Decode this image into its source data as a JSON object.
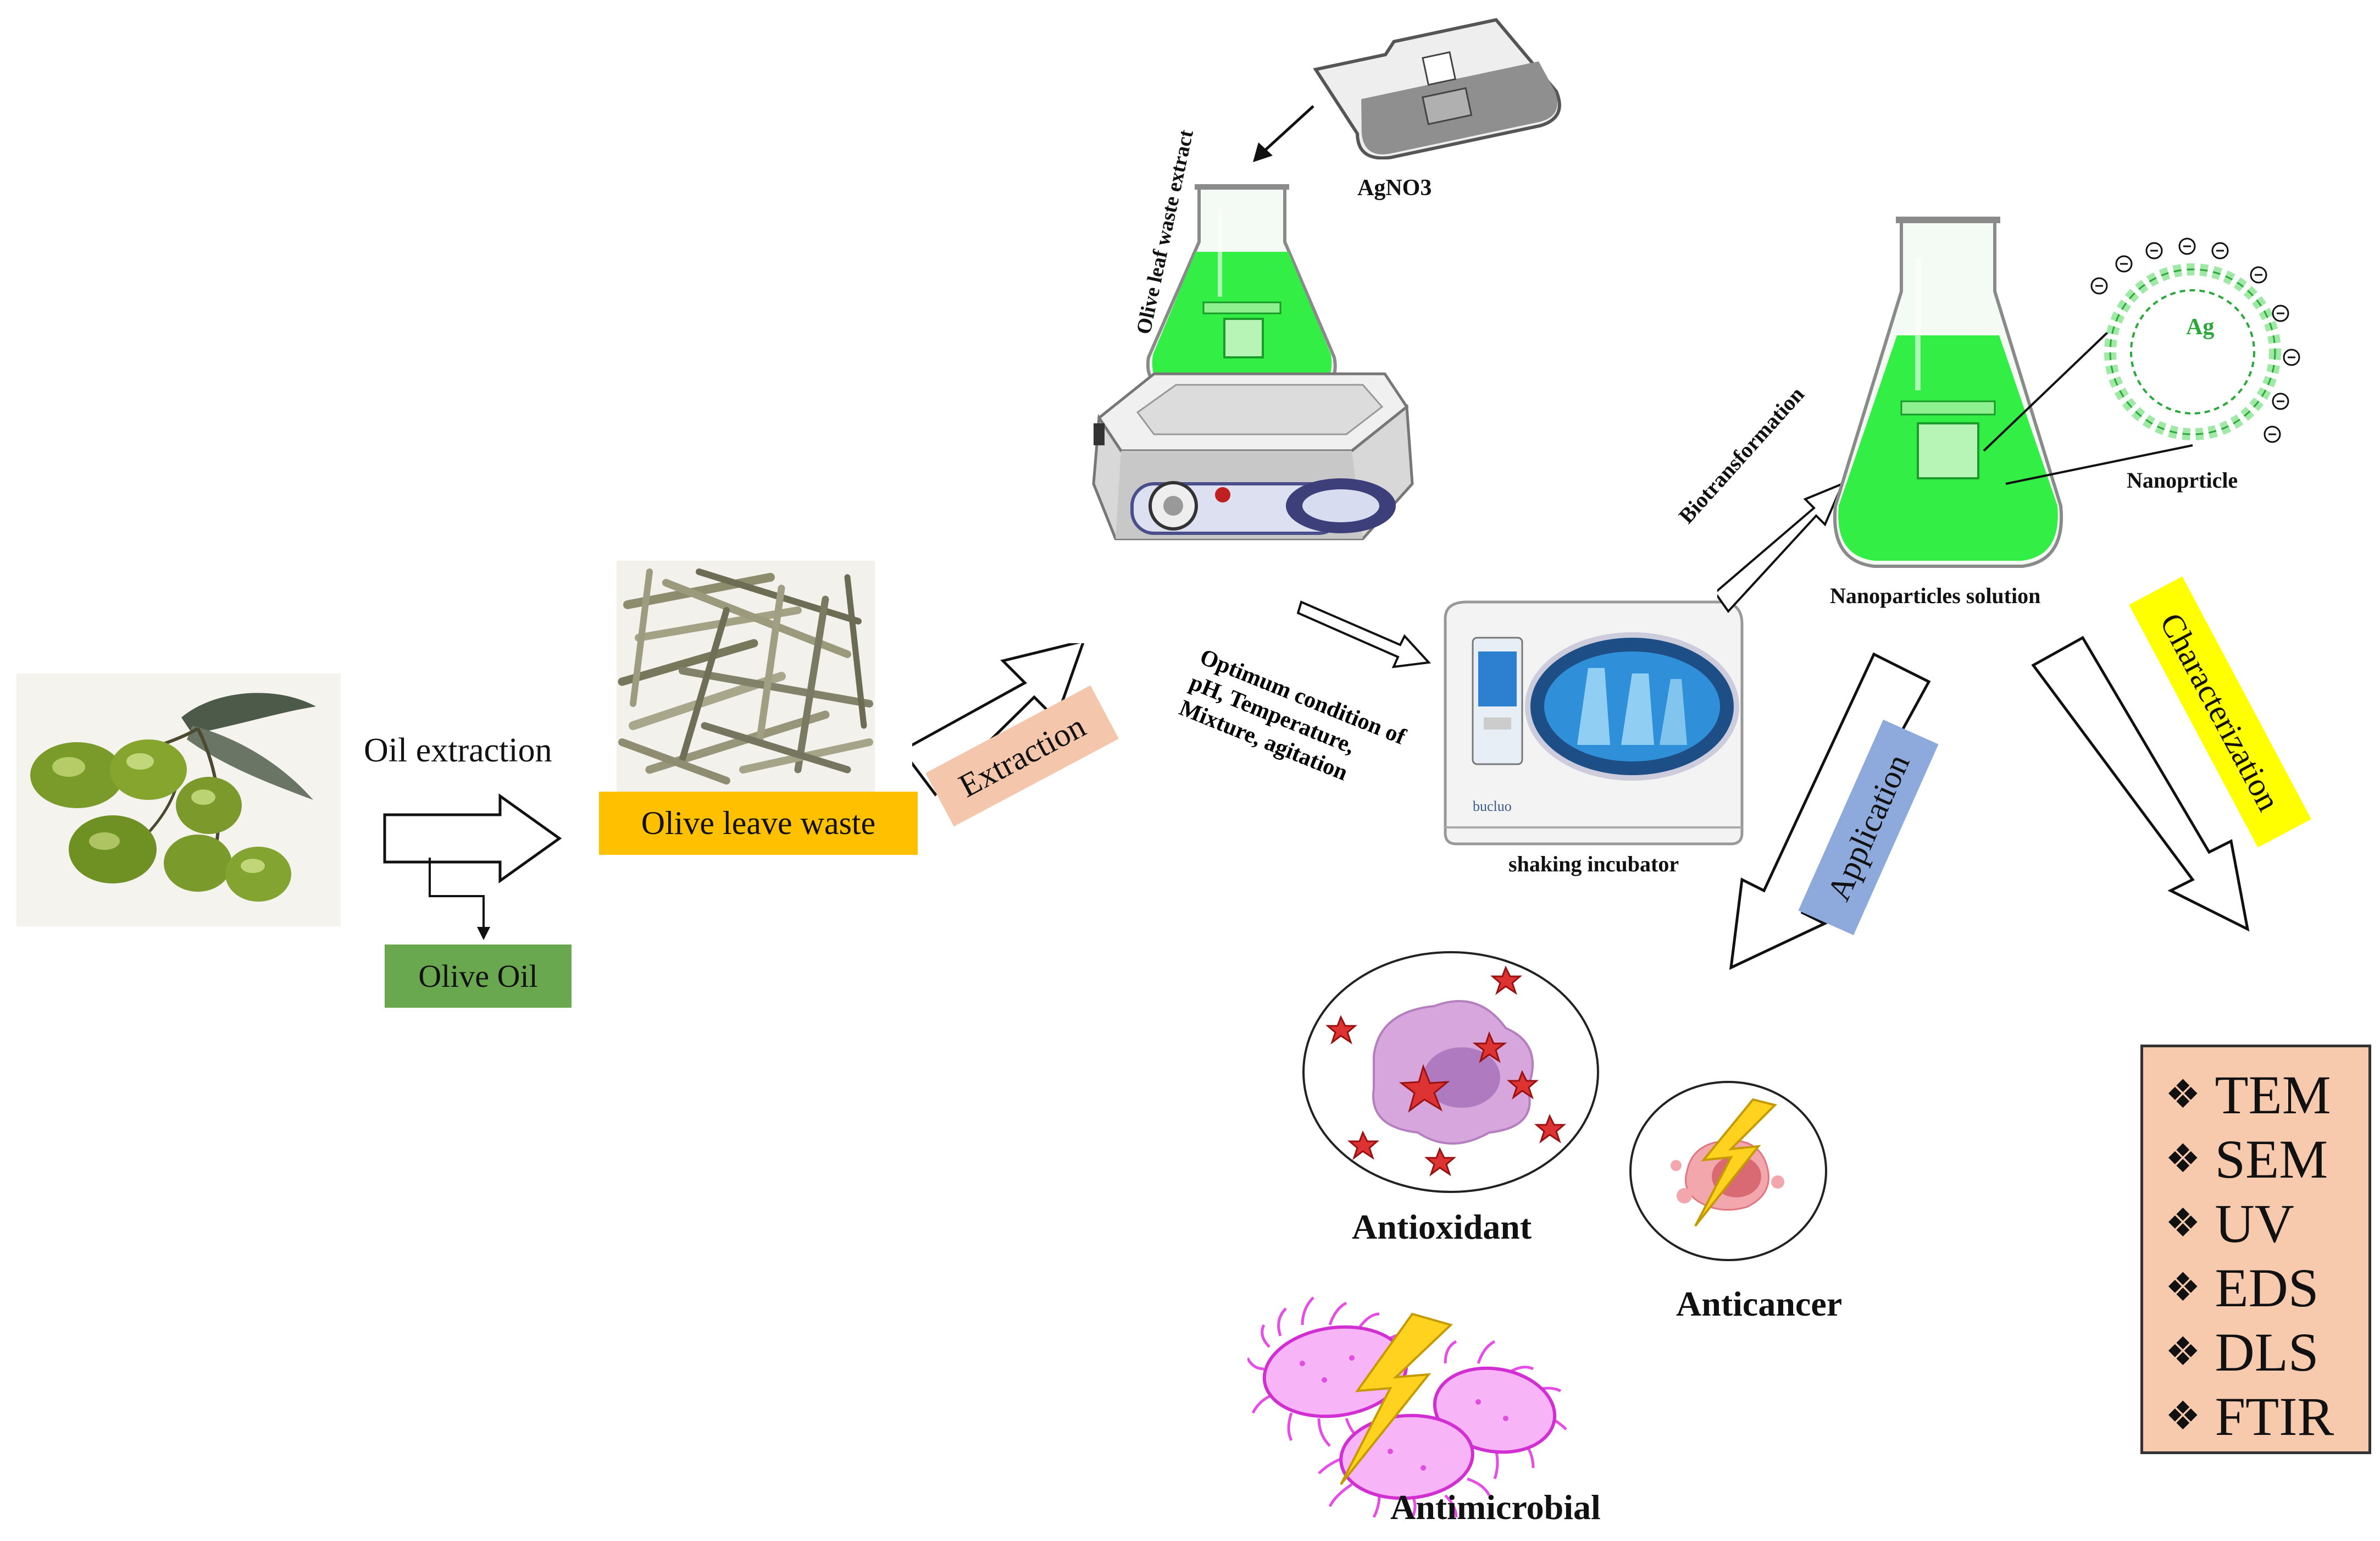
{
  "labels": {
    "oil_extraction": "Oil extraction",
    "olive_oil": "Olive Oil",
    "olive_leave_waste": "Olive leave waste",
    "extraction": "Extraction",
    "olive_leaf_extract": "Olive leaf waste extract",
    "agno3": "AgNO3",
    "optimum_line1": "Optimum condition of",
    "optimum_line2": "pH, Temperature,",
    "optimum_line3": "Mixture, agitation",
    "shaking_incubator": "shaking incubator",
    "biotransformation": "Biotransformation",
    "nanoparticles_solution": "Nanoparticles solution",
    "nanoparticle": "Nanoprticle",
    "ag": "Ag",
    "application": "Application",
    "characterization": "Characterization",
    "antioxidant": "Antioxidant",
    "anticancer": "Anticancer",
    "antimicrobial": "Antimicrobial"
  },
  "techniques": [
    "TEM",
    "SEM",
    "UV",
    "EDS",
    "DLS",
    "FTIR"
  ],
  "colors": {
    "olive_oil_box": "#6aa84f",
    "waste_box": "#ffc000",
    "extraction_box": "#f4c7ac",
    "application_box": "#8ea9db",
    "characterization_box": "#ffff00",
    "techniques_box": "#f7c9ad",
    "green_solution": "#33ee44"
  },
  "icons": {
    "list_bullet": "diamond-bullet-icon",
    "negative_charge": "minus-circle-icon"
  }
}
